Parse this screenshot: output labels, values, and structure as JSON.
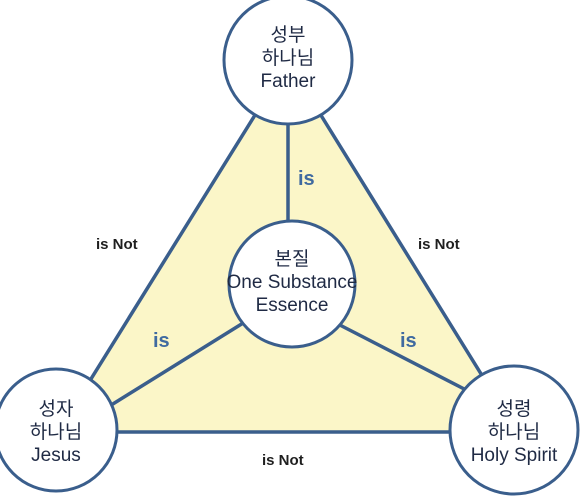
{
  "colors": {
    "triangle_fill": "#fbf6c8",
    "line": "#3a5e8c",
    "circle_fill": "#ffffff",
    "is_label": "#3f6aa0",
    "is_not_label": "#1f1f1f"
  },
  "nodes": {
    "father": {
      "line1": "성부",
      "line2": "하나님",
      "line3": "Father"
    },
    "son": {
      "line1": "성자",
      "line2": "하나님",
      "line3": "Jesus"
    },
    "spirit": {
      "line1": "성령",
      "line2": "하나님",
      "line3": "Holy Spirit"
    },
    "essence": {
      "line1": "본질",
      "line2": "One Substance",
      "line3": "Essence"
    }
  },
  "relations": {
    "is_father": "is",
    "is_son": "is",
    "is_spirit": "is",
    "is_not_father_son": "is Not",
    "is_not_father_spirit": "is Not",
    "is_not_son_spirit": "is Not"
  }
}
